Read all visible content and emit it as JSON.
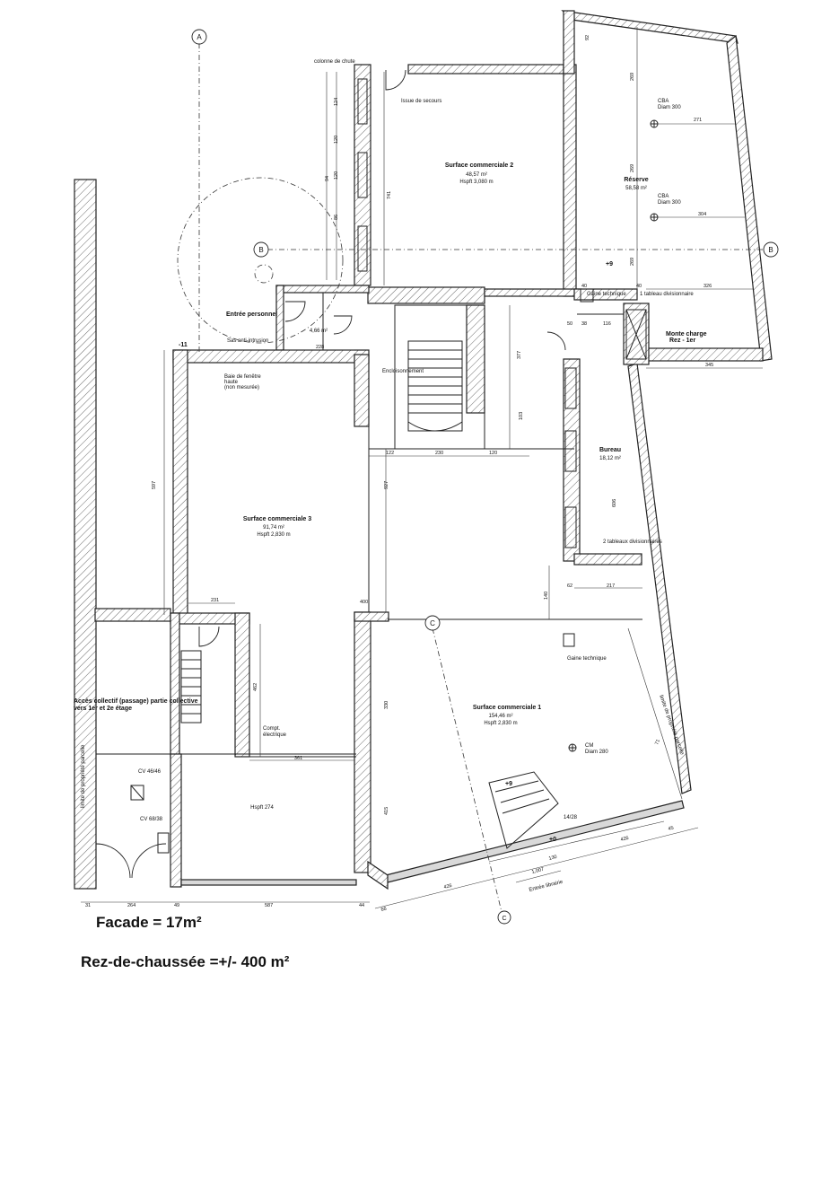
{
  "rooms": {
    "sc2": {
      "name": "Surface commerciale 2",
      "area": "48,57 m²",
      "height": "Hspft 3,080 m"
    },
    "reserve": {
      "name": "Réserve",
      "area": "58,58 m²"
    },
    "sc3": {
      "name": "Surface commerciale 3",
      "area": "91,74 m²",
      "height": "Hspft 2,830 m"
    },
    "sc1": {
      "name": "Surface commerciale 1",
      "area": "154,46 m²",
      "height": "Hspft 2,830 m"
    },
    "bureau": {
      "name": "Bureau",
      "area": "18,12 m²"
    },
    "small": {
      "area": "4,66 m²"
    },
    "hall": {
      "name": "Hspft 274"
    }
  },
  "labels": {
    "colonne": "colonne de chute",
    "issue": "Issue de secours",
    "entree_personnel": "Entrée personnel",
    "sas": "Sas anti-intrusion",
    "baie": "Baie de fenêtre",
    "baie2": "haute",
    "baie3": "(non mesurée)",
    "encloisonnement": "Encloisonnement",
    "gaine_tech_top": "Gaine technique",
    "tableau_div": "1 tableau divisionnaire",
    "monte_charge": "Monte charge",
    "monte_charge2": "Rez - 1er",
    "tableaux_div2": "2 tableaux divisionnaires",
    "gaine_tech_bottom": "Gaine technique",
    "compt": "Compt.",
    "compt2": "électrique",
    "cba1": "CBA",
    "cba1d": "Diam 300",
    "cba2": "CBA",
    "cba2d": "Diam 300",
    "cm": "CM",
    "cmd": "Diam 280",
    "cv1": "CV 46/46",
    "cv2": "CV 68/38",
    "dim_14_28": "14/28",
    "entree": "Entrée librairie",
    "level_p9_top": "+9",
    "level_p9_bottom": "+9",
    "level_m11": "-11",
    "level_0": "+0",
    "overlay_left": "Accès collectif (passage) partie collective",
    "overlay_left2": "vers 1er et 2e étage",
    "side_left": "limite de propriété parcelle",
    "side_right": "limite de propriété parcelle"
  },
  "axes": {
    "a": "A",
    "b": "B",
    "b2": "B",
    "c": "C",
    "c2": "C"
  },
  "dims": {
    "d1": "92",
    "d2": "269",
    "d3": "271",
    "d4": "269",
    "d5": "304",
    "d6": "269",
    "d7": "326",
    "d8": "345",
    "d9": "40",
    "d10": "40",
    "d11": "50",
    "d12": "38",
    "d13": "116",
    "d14": "124",
    "d15": "120",
    "d16": "94",
    "d17": "120",
    "d18": "86",
    "d19": "741",
    "d20": "228",
    "d21": "377",
    "d22": "103",
    "d23": "122",
    "d24": "230",
    "d25": "120",
    "d26": "597",
    "d27": "927",
    "d28": "231",
    "d29": "462",
    "d30": "361",
    "d31": "330",
    "d32": "415",
    "d33": "606",
    "d34": "62",
    "d35": "217",
    "d36": "140",
    "d37": "264",
    "d38": "49",
    "d39": "587",
    "d40": "44",
    "d41": "31",
    "d42": "426",
    "d43": "426",
    "d44": "45",
    "d45": "130",
    "d46": "1,007",
    "d47": "66",
    "d48": "400",
    "d49": "71"
  },
  "captions": {
    "facade": "Facade = 17m²",
    "rdc": "Rez-de-chaussée =+/- 400 m²"
  }
}
